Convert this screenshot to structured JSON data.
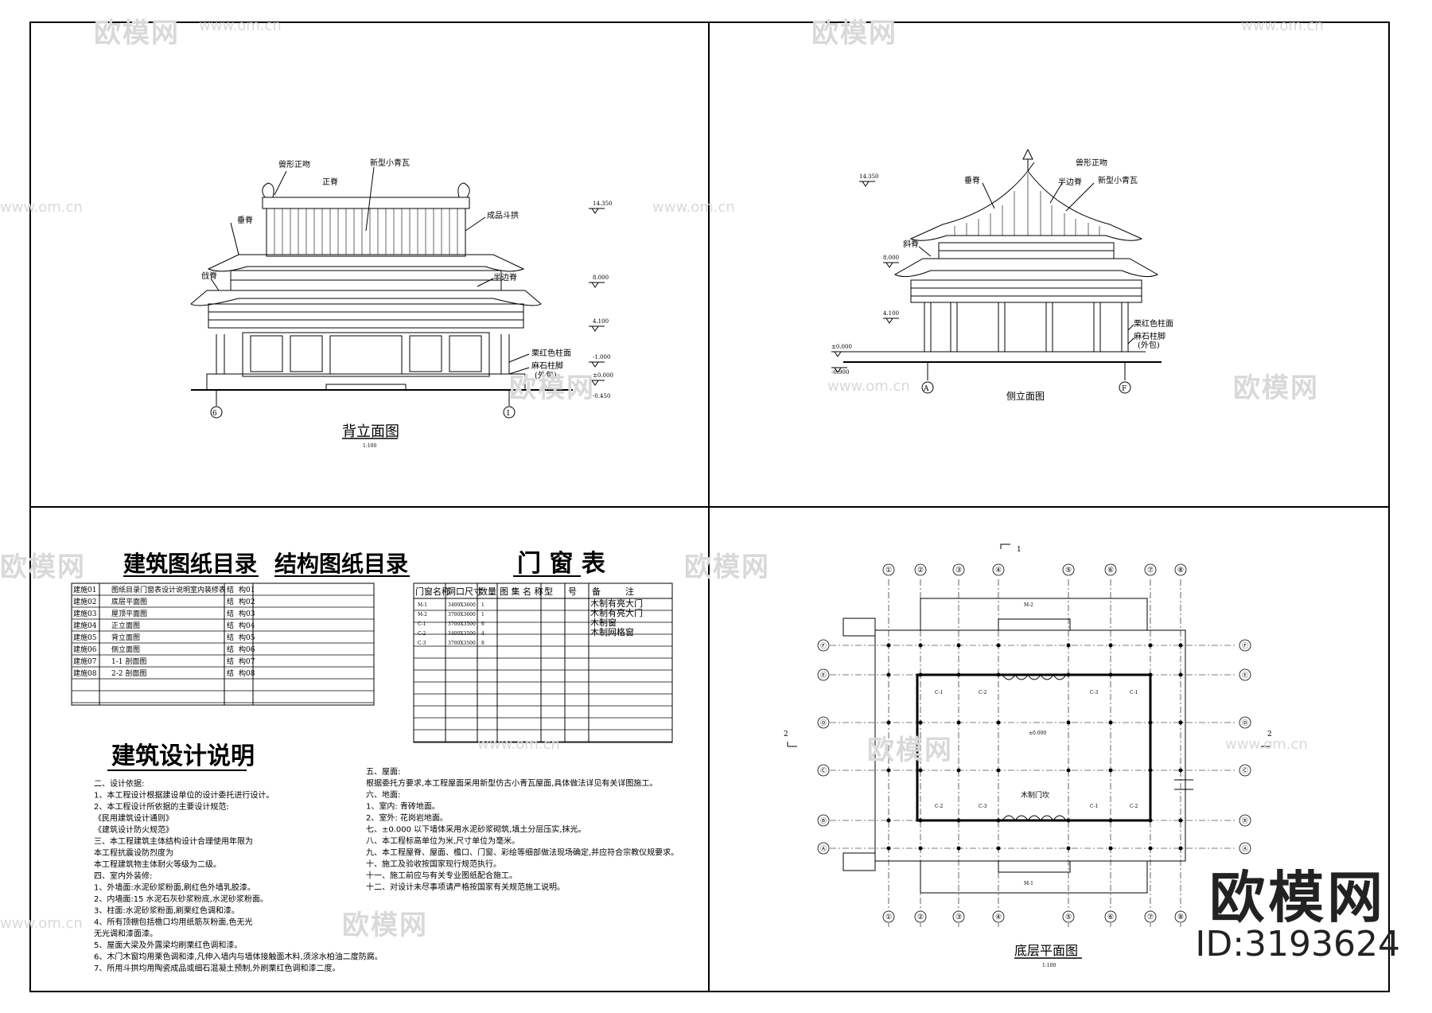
{
  "panels": {
    "rear_elevation": {
      "title": "背立面图",
      "scale": "1:100",
      "labels": [
        "兽形正吻",
        "新型小青瓦",
        "正脊",
        "成品斗拱",
        "垂脊",
        "戗脊",
        "半边脊",
        "栗红色柱面",
        "麻石柱脚",
        "(外包)"
      ],
      "axis_left": "⑥",
      "axis_right": "①",
      "levels": [
        "14.350",
        "8.000",
        "4.100",
        "-1.000",
        "±0.000",
        "-0.450"
      ]
    },
    "side_elevation": {
      "title": "侧立面图",
      "labels": [
        "兽形正吻",
        "垂脊",
        "半边脊",
        "新型小青瓦",
        "斜脊",
        "栗红色柱面",
        "麻石柱脚",
        "(外包)"
      ],
      "axis_left": "Ⓐ",
      "axis_right": "Ⓕ",
      "levels": [
        "14.350",
        "8.000",
        "4.100",
        "±0.000",
        "-0.900"
      ]
    },
    "index": {
      "title_arch": "建筑图纸目录",
      "title_struct": "结构图纸目录",
      "arch_rows": [
        [
          "建施01",
          "图纸目录门窗表设计说明室内装修表",
          "结",
          "构01"
        ],
        [
          "建施02",
          "底层平面图",
          "结",
          "构02"
        ],
        [
          "建施03",
          "屋顶平面图",
          "结",
          "构03"
        ],
        [
          "建施04",
          "正立面图",
          "结",
          "构04"
        ],
        [
          "建施05",
          "背立面图",
          "结",
          "构05"
        ],
        [
          "建施06",
          "侧立面图",
          "结",
          "构06"
        ],
        [
          "建施07",
          "1-1 剖面图",
          "结",
          "构07"
        ],
        [
          "建施08",
          "2-2 剖面图",
          "结",
          "构08"
        ]
      ],
      "door_title": "门 窗 表",
      "door_headers": [
        "门窗名称",
        "洞口尺寸",
        "数量",
        "图 集 名 称",
        "型",
        "号",
        "备",
        "注"
      ],
      "door_rows": [
        [
          "M-1",
          "3400X3600",
          "1",
          "木制有亮大门"
        ],
        [
          "M-2",
          "3700X3600",
          "1",
          "木制有亮大门"
        ],
        [
          "C-1",
          "3700X3500",
          "6",
          "木制窗"
        ],
        [
          "C-2",
          "3400X3500",
          "4",
          "木制网格窗"
        ],
        [
          "C-3",
          "3700X3500",
          "8",
          ""
        ]
      ]
    },
    "notes": {
      "title": "建筑设计说明",
      "left": [
        "二、设计依据:",
        "1、本工程设计根据建设单位的设计委托进行设计。",
        "2、本工程设计所依据的主要设计规范:",
        "《民用建筑设计通则》",
        "《建筑设计防火规范》",
        "三、本工程建筑主体结构设计合理使用年限为",
        "本工程抗震设防烈度为",
        "本工程建筑物主体耐火等级为二级。",
        "四、室内外装修:",
        "1、外墙面:水泥砂浆粉面,刷红色外墙乳胶漆。",
        "2、内墙面:15 水泥石灰砂浆粉底,水泥砂浆粉面。",
        "3、柱面:水泥砂浆粉面,刷栗红色调和漆。",
        "4、所有顶棚包括檐口均用纸筋灰粉面,色无光",
        "无光调和漆面漆。",
        "5、屋面大梁及外露梁均刷栗红色调和漆。",
        "6、木门木窗均用栗色调和漆,凡伸入墙内与墙体接触面木料,须涂水柏油二度防腐。",
        "7、所用斗拱均用陶瓷成品或细石混凝土预制,外刷栗红色调和漆二度。"
      ],
      "right": [
        "五、屋面:",
        "根据委托方要求,本工程屋面采用新型仿古小青瓦屋面,具体做法详见有关详图施工。",
        "六、地面:",
        "1、室内: 青砖地面。",
        "2、室外: 花岗岩地面。",
        "七、±0.000 以下墙体采用水泥砂浆砌筑,填土分层压实,抹光。",
        "八、本工程标高单位为米,尺寸单位为毫米。",
        "九、本工程屋脊、屋面、檐口、门窗、彩绘等细部做法现场确定,并应符合宗教仪规要求。",
        "十、施工及验收按国家现行规范执行。",
        "十一、施工前应与有关专业图纸配合施工。",
        "十二、对设计未尽事项请严格按国家有关规范施工说明。"
      ]
    },
    "plan": {
      "title": "底层平面图",
      "scale": "1:100",
      "columns": [
        "①",
        "②",
        "③",
        "④",
        "⑤",
        "⑥",
        "⑦",
        "⑧"
      ],
      "rows": [
        "Ⓕ",
        "Ⓔ",
        "Ⓓ",
        "Ⓒ",
        "Ⓑ",
        "Ⓐ"
      ],
      "section_top": "1",
      "section_side": "2",
      "door_label": "木制门坎",
      "floor_level": "±0.000",
      "door_marks_top": "M-2",
      "door_marks_bottom": "M-1",
      "window_marks": [
        "C-1",
        "C-2",
        "C-3"
      ]
    }
  },
  "watermark": {
    "brand": "欧模网",
    "url": "www.om.cn",
    "id": "ID:3193624"
  }
}
